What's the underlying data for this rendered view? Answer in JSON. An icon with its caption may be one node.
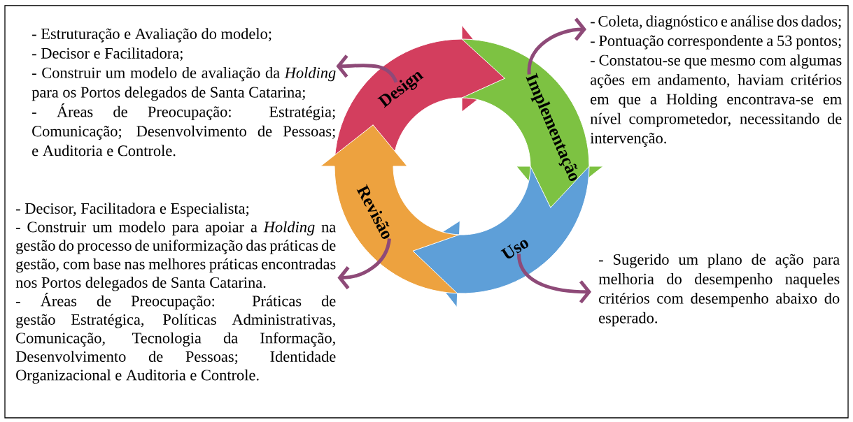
{
  "diagram": {
    "nodes": [
      {
        "text": [
          "Design"
        ]
      },
      {
        "text": [
          "Implementação"
        ]
      },
      {
        "text": [
          "Uso"
        ]
      },
      {
        "text": [
          "Revisão"
        ]
      },
      {
        "text": [
          "- Estruturação e Avaliação do modelo;",
          "- Decisor e Facilitadora;",
          "- Construir um modelo de avaliação da *Holding* para os Portos delegados de Santa Catarina;",
          "- Áreas de Preocupação: Estratégia; Comunicação; Desenvolvimento de Pessoas; e Auditoria e Controle."
        ]
      },
      {
        "text": [
          "- Coleta, diagnóstico e análise dos dados;",
          "- Pontuação correspondente a 53 pontos;",
          "- Constatou-se que mesmo com algumas ações em andamento, haviam critérios em que a Holding encontrava-se em nível comprometedor, necessitando de intervenção."
        ]
      },
      {
        "text": [
          "- Decisor, Facilitadora e Especialista;",
          "- Construir um modelo para apoiar a *Holding* na gestão do processo de uniformização das práticas de gestão, com base nas melhores práticas encontradas nos Portos delegados de Santa Catarina.",
          "- Áreas de Preocupação: Práticas de gestão Estratégica, Políticas Administrativas, Comunicação, Tecnologia da Informação, Desenvolvimento de Pessoas; Identidade Organizacional e Auditoria e Controle."
        ]
      },
      {
        "text": [
          "- Sugerido um plano de ação para melhoria do desempenho naqueles critérios com desempenho abaixo do esperado."
        ]
      }
    ],
    "edges": [
      {
        "from": 0,
        "to": 4,
        "arrow": "to"
      },
      {
        "from": 1,
        "to": 5,
        "arrow": "to"
      },
      {
        "from": 2,
        "to": 7,
        "arrow": "to"
      },
      {
        "from": 3,
        "to": 6,
        "arrow": "to"
      }
    ]
  }
}
